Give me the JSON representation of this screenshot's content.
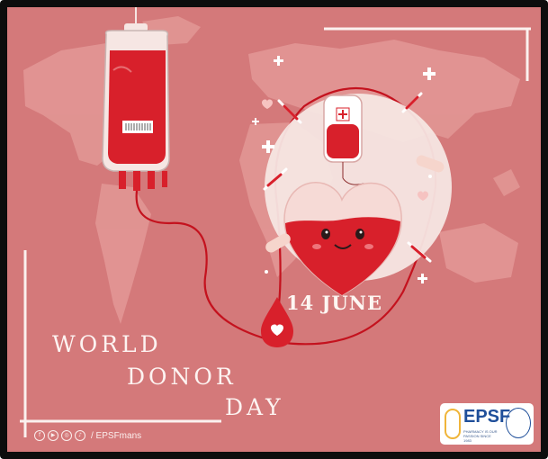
{
  "poster": {
    "title_lines": [
      "WORLD",
      "DONOR",
      "DAY"
    ],
    "date": "14 JUNE",
    "social_handle": "/ EPSFmans",
    "social_icons": [
      "facebook-icon",
      "youtube-icon",
      "instagram-icon",
      "tiktok-icon"
    ],
    "logo_text": "EPSF",
    "logo_subtext": "PHARMACY IS OUR PASSION SINCE 1983"
  },
  "colors": {
    "background": "#d4797a",
    "map": "#e49a98",
    "blood": "#d8202b",
    "circle": "#f5e6e3",
    "text": "#fdf3f1",
    "logo_blue": "#1f4f9a"
  }
}
